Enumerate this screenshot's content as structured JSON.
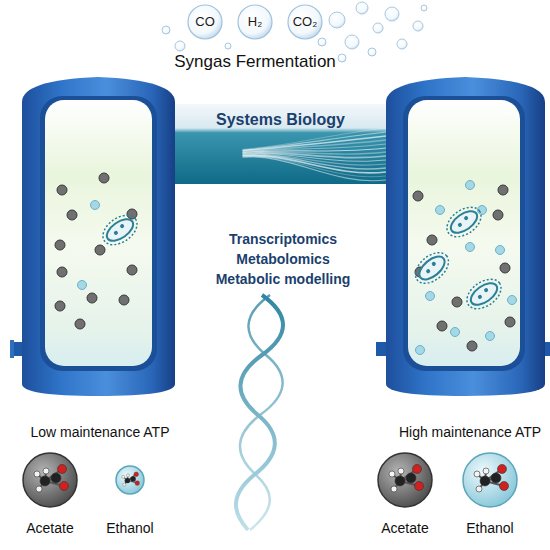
{
  "diagram": {
    "title": "Syngas Fermentation",
    "nodes": [
      {
        "text": [
          "CO"
        ]
      },
      {
        "text": [
          "H₂"
        ]
      },
      {
        "text": [
          "CO₂"
        ]
      },
      {
        "text": [
          "Systems Biology"
        ]
      },
      {
        "text": [
          "Acetate"
        ]
      },
      {
        "text": [
          "Ethanol"
        ]
      },
      {
        "text": [
          "Acetate"
        ]
      },
      {
        "text": [
          "Ethanol"
        ]
      }
    ],
    "labels": [
      "Transcriptomics",
      "Metabolomics",
      "Metabolic modelling",
      "Low maintenance ATP",
      "High maintenance ATP"
    ]
  }
}
